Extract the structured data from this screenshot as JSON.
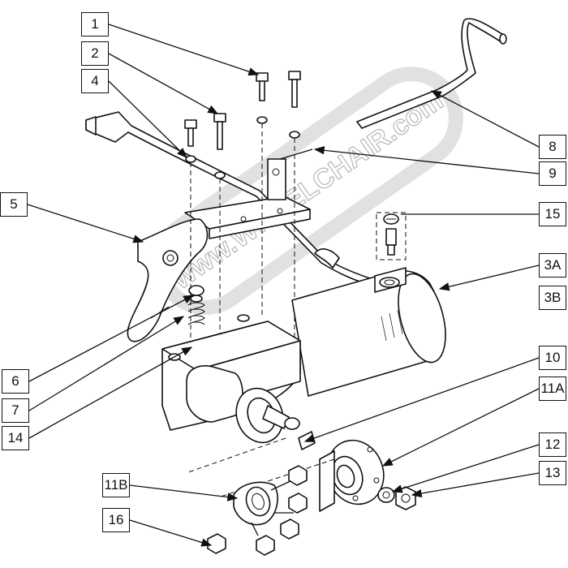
{
  "watermark": "www.WHEELCHAIR.com",
  "callouts": [
    {
      "id": "c1",
      "label": "1"
    },
    {
      "id": "c2",
      "label": "2"
    },
    {
      "id": "c4",
      "label": "4"
    },
    {
      "id": "c5",
      "label": "5"
    },
    {
      "id": "c8",
      "label": "8"
    },
    {
      "id": "c9",
      "label": "9"
    },
    {
      "id": "c15",
      "label": "15"
    },
    {
      "id": "c3a",
      "label": "3A"
    },
    {
      "id": "c3b",
      "label": "3B"
    },
    {
      "id": "c10",
      "label": "10"
    },
    {
      "id": "c11a",
      "label": "11A"
    },
    {
      "id": "c6",
      "label": "6"
    },
    {
      "id": "c7",
      "label": "7"
    },
    {
      "id": "c14",
      "label": "14"
    },
    {
      "id": "c12",
      "label": "12"
    },
    {
      "id": "c13",
      "label": "13"
    },
    {
      "id": "c11b",
      "label": "11B"
    },
    {
      "id": "c16",
      "label": "16"
    }
  ]
}
